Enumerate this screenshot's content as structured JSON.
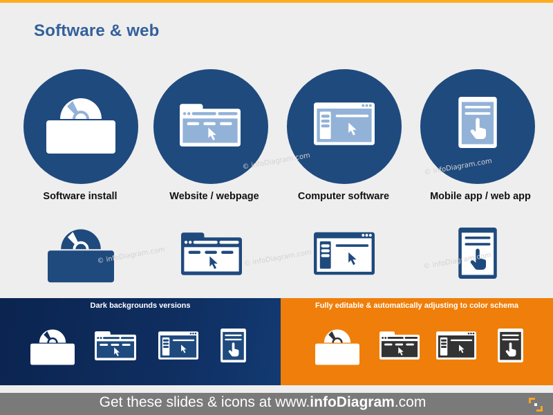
{
  "slide": {
    "title": "Software & web",
    "accent_colors": {
      "top_bar": "#ffab1f",
      "title": "#33609a",
      "circle": "#1f4a7e",
      "icon_light": "#93b2d8",
      "dark_panel": "#0f2e60",
      "orange_panel": "#ef7f0a",
      "orange_icon_fill": "#333333",
      "footer": "#7a7a7a"
    }
  },
  "icons": [
    {
      "id": "software-install",
      "label": "Software install",
      "icon": "cd-in-box-icon"
    },
    {
      "id": "website-webpage",
      "label": "Website / webpage",
      "icon": "browser-folder-icon"
    },
    {
      "id": "computer-software",
      "label": "Computer software",
      "icon": "app-window-icon"
    },
    {
      "id": "mobile-web-app",
      "label": "Mobile app / web app",
      "icon": "tablet-touch-icon"
    }
  ],
  "watermark": "© infoDiagram.com",
  "panels": {
    "dark": {
      "title": "Dark backgrounds  versions"
    },
    "orange": {
      "title": "Fully editable & automatically  adjusting  to color schema"
    }
  },
  "footer": {
    "prefix": "Get these slides & icons at www.",
    "brand": "infoDiagram",
    "suffix": ".com"
  }
}
